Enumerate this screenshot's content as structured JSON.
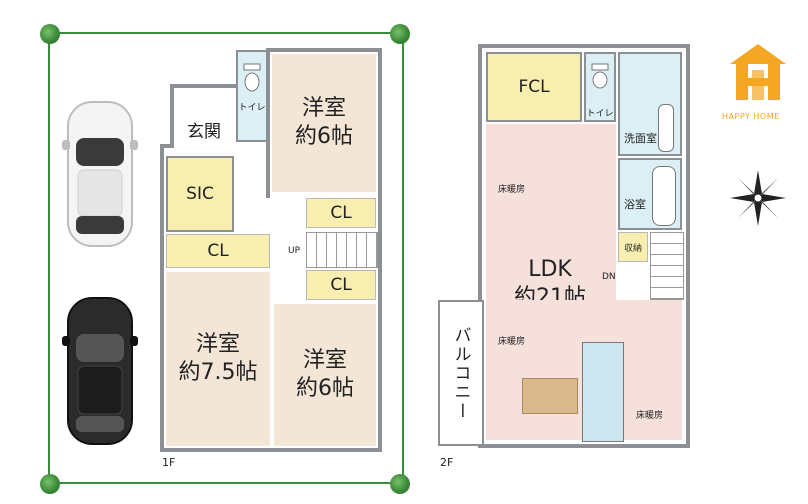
{
  "floor1": {
    "label": "1F",
    "rooms": {
      "genkan": "玄関",
      "toilet": "トイレ",
      "youshitsu_top": "洋室\n約6帖",
      "sic": "SIC",
      "cl_right_top": "CL",
      "cl_left": "CL",
      "cl_right_bottom": "CL",
      "up": "UP",
      "youshitsu_left": "洋室\n約7.5帖",
      "youshitsu_right": "洋室\n約6帖"
    }
  },
  "floor2": {
    "label": "2F",
    "rooms": {
      "fcl": "FCL",
      "toilet": "トイレ",
      "senmenshitsu": "洗面室",
      "yokushitsu": "浴室",
      "shuno": "収納",
      "dn": "DN",
      "ldk": "LDK\n約21帖",
      "yukadanbou_1": "床暖房",
      "yukadanbou_2": "床暖房",
      "yukadanbou_3": "床暖房",
      "balcony": "バルコニー"
    }
  },
  "logo": {
    "text": "HAPPY HOME",
    "color": "#f5a623"
  },
  "colors": {
    "wall": "#8c8f93",
    "room": "#f3e6d6",
    "closet": "#f7eeb0",
    "ldk": "#f6e0dc",
    "water": "#dbeff4",
    "hedge": "#3b8a3a"
  }
}
